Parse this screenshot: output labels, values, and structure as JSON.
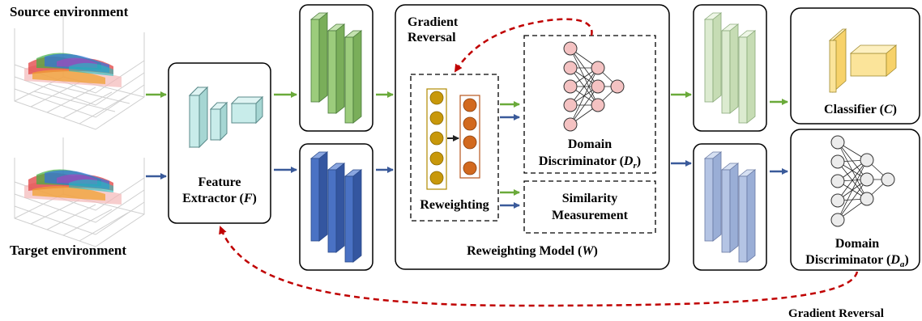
{
  "labels": {
    "source_env": "Source environment",
    "target_env": "Target environment",
    "feature_extractor_line1": "Feature",
    "feature_extractor_line2": "Extractor (",
    "feature_extractor_sym": "F",
    "gradient_reversal_top_line1": "Gradient",
    "gradient_reversal_top_line2": "Reversal",
    "reweighting": "Reweighting",
    "domain_disc_r_line1": "Domain",
    "domain_disc_r_line2": "Discriminator (",
    "domain_disc_r_sym": "D",
    "domain_disc_r_sub": "r",
    "similarity_line1": "Similarity",
    "similarity_line2": "Measurement",
    "reweighting_model": "Reweighting Model (",
    "reweighting_model_sym": "W",
    "classifier": "Classifier (",
    "classifier_sym": "C",
    "domain_disc_a_line1": "Domain",
    "domain_disc_a_line2": "Discriminator (",
    "domain_disc_a_sym": "D",
    "domain_disc_a_sub": "a",
    "gradient_reversal_bottom": "Gradient Reversal",
    "close_paren": ")"
  },
  "colors": {
    "green_arrow": "#6aaa3a",
    "blue_arrow": "#3a5a9a",
    "red_dashed": "#c00000",
    "green_block": "#9ccc7c",
    "blue_block": "#4a72c4",
    "light_green_block": "#dcebd0",
    "light_blue_block": "#b4c4e4",
    "cyan_block": "#c8ecea",
    "yellow_block": "#fbe49a",
    "gold_node": "#c8980a",
    "orange_node": "#d2691e",
    "net_node": "#f4c2c2"
  }
}
